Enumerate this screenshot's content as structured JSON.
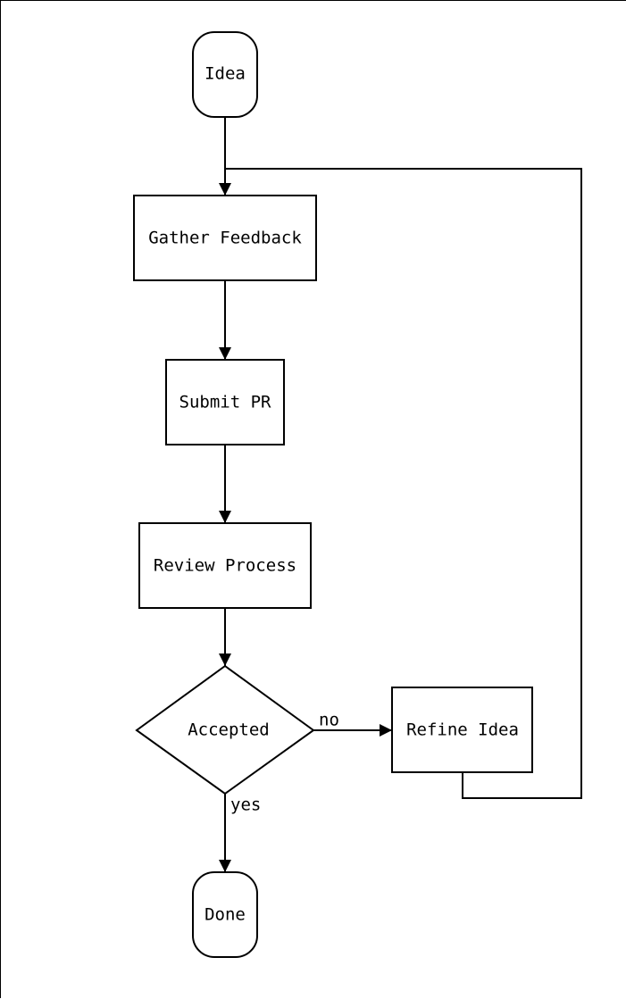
{
  "diagram": {
    "nodes": {
      "idea": "Idea",
      "gather_feedback": "Gather Feedback",
      "submit_pr": "Submit PR",
      "review_process": "Review Process",
      "accepted": "Accepted",
      "refine_idea": "Refine Idea",
      "done": "Done"
    },
    "edges": {
      "no_label": "no",
      "yes_label": "yes"
    }
  }
}
